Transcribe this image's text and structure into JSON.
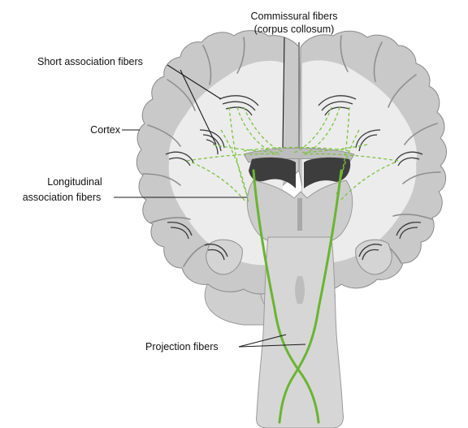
{
  "labels": {
    "commissural_line1": "Commissural fibers",
    "commissural_line2": "(corpus collosum)",
    "short_association": "Short association fibers",
    "cortex": "Cortex",
    "longitudinal_line1": "Longitudinal",
    "longitudinal_line2": "association fibers",
    "projection": "Projection fibers"
  },
  "colors": {
    "fiber_green": "#6bb431",
    "cortex_gray": "#c9c9c9",
    "white_matter": "#ececec",
    "ventricle": "#3d3d3d",
    "brainstem": "#d6d6d6",
    "leader_line": "#1a1a1a"
  }
}
